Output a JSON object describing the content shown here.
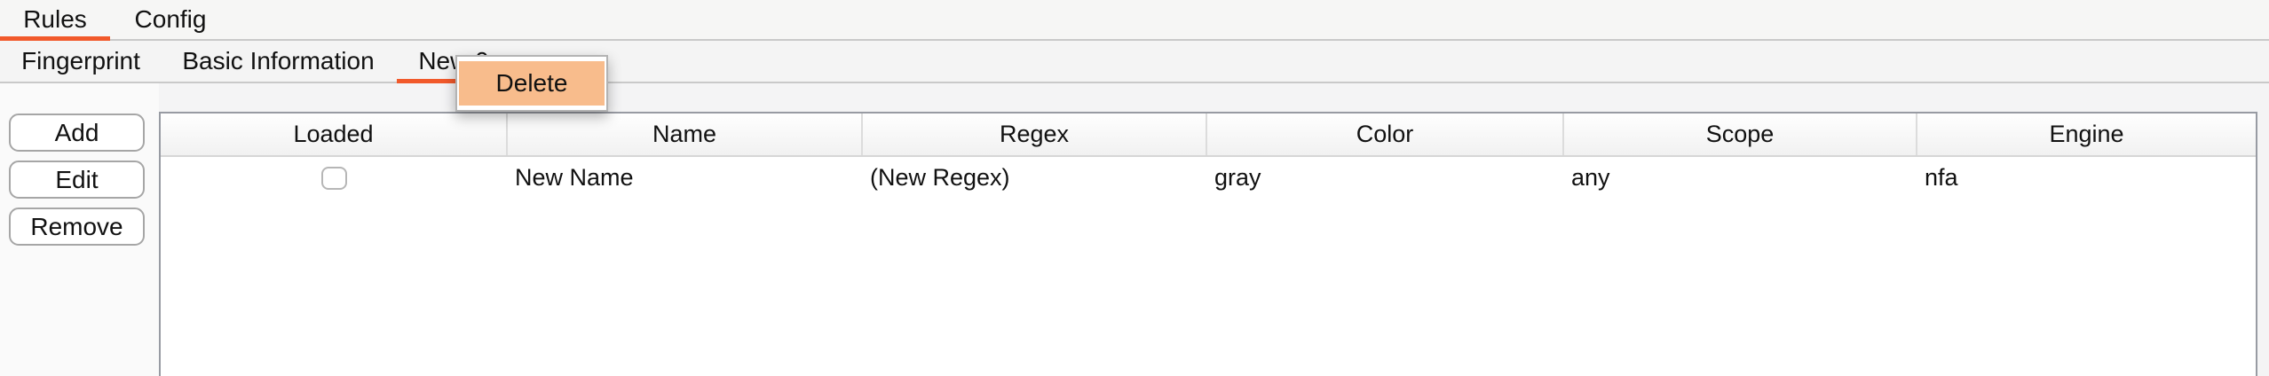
{
  "colors": {
    "accent_orange": "#f1592b",
    "menu_highlight_bg": "#f8bc8c"
  },
  "primary_tabs": [
    {
      "label": "Rules",
      "selected": true
    },
    {
      "label": "Config",
      "selected": false
    }
  ],
  "secondary_tabs": [
    {
      "label": "Fingerprint",
      "selected": false
    },
    {
      "label": "Basic Information",
      "selected": false
    },
    {
      "label": "New 0",
      "selected": true
    }
  ],
  "context_menu": {
    "items": [
      {
        "label": "Delete",
        "highlighted": true
      }
    ]
  },
  "actions": [
    {
      "label": "Add"
    },
    {
      "label": "Edit"
    },
    {
      "label": "Remove"
    }
  ],
  "table": {
    "columns": [
      {
        "label": "Loaded"
      },
      {
        "label": "Name"
      },
      {
        "label": "Regex"
      },
      {
        "label": "Color"
      },
      {
        "label": "Scope"
      },
      {
        "label": "Engine"
      }
    ],
    "rows": [
      {
        "loaded": false,
        "name": "New Name",
        "regex": "(New Regex)",
        "color": "gray",
        "scope": "any",
        "engine": "nfa"
      }
    ]
  }
}
